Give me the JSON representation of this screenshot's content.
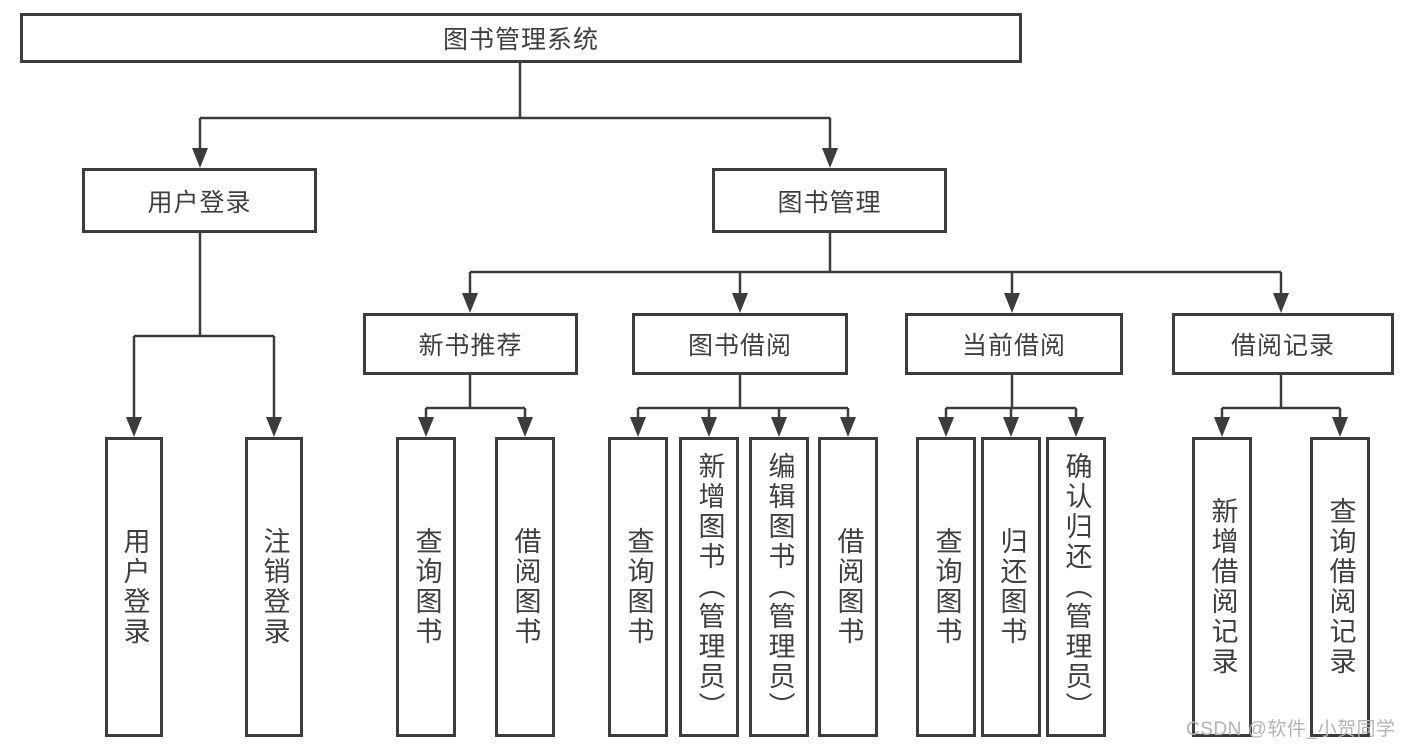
{
  "colors": {
    "background": "#ffffff",
    "line": "#3c3c3c",
    "box_border": "#3c3c3c",
    "box_fill": "#ffffff",
    "text": "#3f3f3f",
    "watermark": "#b4b4b4"
  },
  "nodes": {
    "root": {
      "label": "图书管理系统"
    },
    "user_login": {
      "label": "用户登录"
    },
    "book_management": {
      "label": "图书管理"
    },
    "new_book_recommend": {
      "label": "新书推荐"
    },
    "book_borrow": {
      "label": "图书借阅"
    },
    "current_borrow": {
      "label": "当前借阅"
    },
    "borrow_records": {
      "label": "借阅记录"
    },
    "leaf_user_login": {
      "label": "用户登录"
    },
    "leaf_logout": {
      "label": "注销登录"
    },
    "leaf_nb_query": {
      "label": "查询图书"
    },
    "leaf_nb_borrow": {
      "label": "借阅图书"
    },
    "leaf_bb_query": {
      "label": "查询图书"
    },
    "leaf_bb_add": {
      "label": "新增图书（管理员）"
    },
    "leaf_bb_edit": {
      "label": "编辑图书（管理员）"
    },
    "leaf_bb_borrow": {
      "label": "借阅图书"
    },
    "leaf_cb_query": {
      "label": "查询图书"
    },
    "leaf_cb_return": {
      "label": "归还图书"
    },
    "leaf_cb_confirm": {
      "label": "确认归还（管理员）"
    },
    "leaf_br_add": {
      "label": "新增借阅记录"
    },
    "leaf_br_query": {
      "label": "查询借阅记录"
    }
  },
  "watermark": {
    "text": "CSDN @软件_小贺同学"
  }
}
